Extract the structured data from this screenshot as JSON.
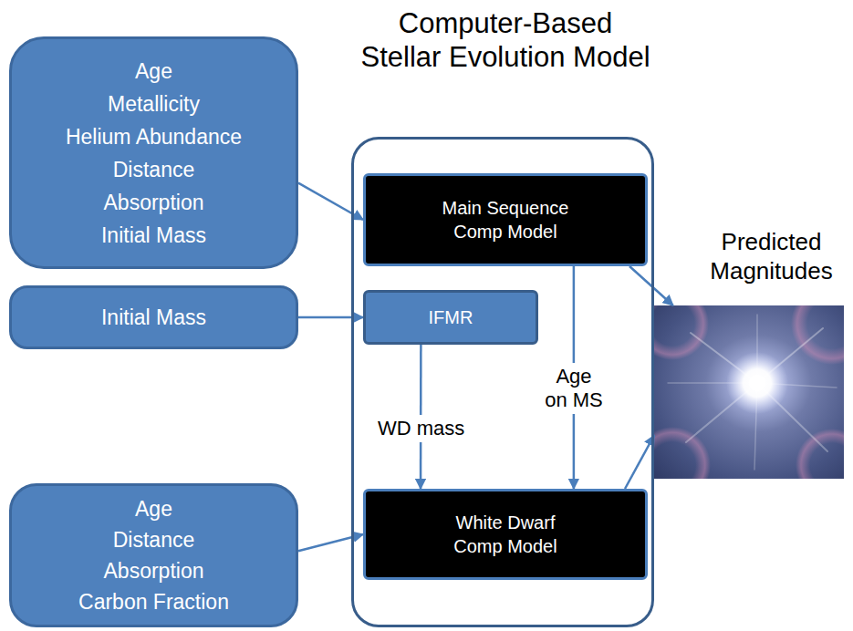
{
  "diagram": {
    "nodes": [
      {
        "text": [
          "Age",
          "Metallicity",
          "Helium Abundance",
          "Distance",
          "Absorption",
          "Initial Mass"
        ]
      },
      {
        "text": [
          "Computer-Based Stellar Evolution Model"
        ]
      },
      {
        "text": [
          "Main Sequence Comp Model"
        ],
        "in": 1
      },
      {
        "text": [
          "Predicted Magnitudes"
        ]
      },
      {
        "text": [
          "Initial Mass"
        ]
      },
      {
        "text": [
          "IFMR"
        ],
        "in": 1
      },
      {
        "text": [
          "Age",
          "Distance",
          "Absorption",
          "Carbon Fraction"
        ]
      },
      {
        "text": [
          "White Dwarf Comp Model"
        ],
        "in": 1
      }
    ],
    "edges": [
      {
        "from": 0,
        "to": 2,
        "arrow": "to"
      },
      {
        "from": 4,
        "to": 5,
        "arrow": "to"
      },
      {
        "from": 6,
        "to": 7,
        "arrow": "to"
      },
      {
        "from": 2,
        "to": 3,
        "arrow": "to"
      },
      {
        "from": 7,
        "to": 3,
        "arrow": "to"
      },
      {
        "from": 5,
        "to": 7,
        "label": "WD mass",
        "arrow": "to"
      },
      {
        "from": 2,
        "to": 7,
        "label": "Age on MS",
        "arrow": "to"
      }
    ]
  }
}
